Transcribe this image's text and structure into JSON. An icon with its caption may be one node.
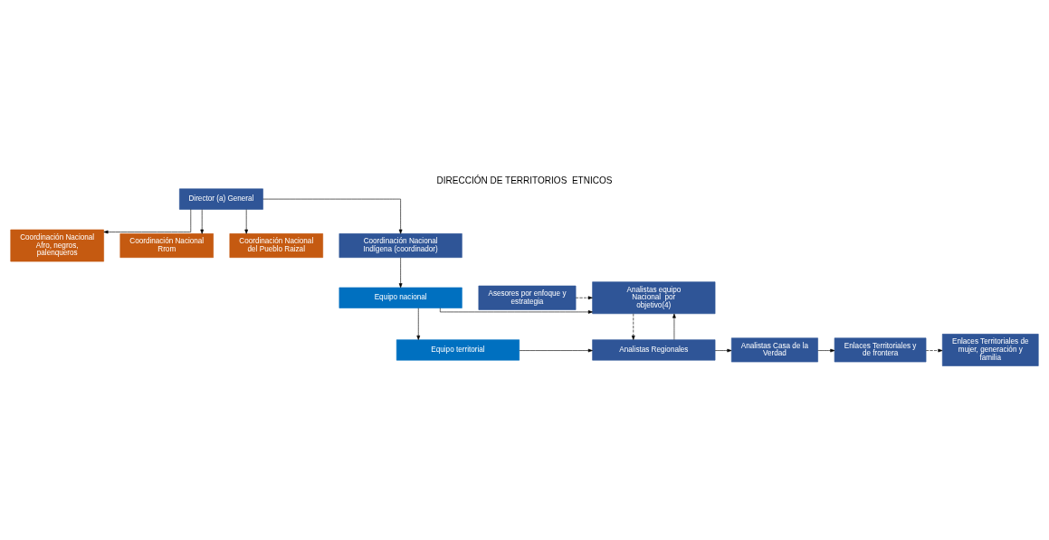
{
  "diagram": {
    "title": "DIRECCIÓN DE TERRITORIOS  ETNICOS",
    "nodes": [
      {
        "text": [
          "Director (a) General"
        ]
      },
      {
        "text": [
          "Coordinación Nacional Afro, negros, palenqueros"
        ]
      },
      {
        "text": [
          "Coordinación Nacional Rrom"
        ]
      },
      {
        "text": [
          "Coordinación Nacional del Pueblo Raizal"
        ]
      },
      {
        "text": [
          "Coordinación Nacional Indígena (coordinador)"
        ]
      },
      {
        "text": [
          "Equipo nacional"
        ]
      },
      {
        "text": [
          "Analistas equipo Nacional  por objetivo(4)"
        ]
      },
      {
        "text": [
          "Asesores por enfoque y estrategia"
        ]
      },
      {
        "text": [
          "Equipo territorial"
        ]
      },
      {
        "text": [
          "Analistas Regionales"
        ]
      },
      {
        "text": [
          "Analistas Casa de la Verdad"
        ]
      },
      {
        "text": [
          "Enlaces Territoriales y de frontera"
        ]
      },
      {
        "text": [
          "Enlaces Territoriales de mujer, generación y familia"
        ]
      }
    ],
    "edges": [
      {
        "from": 0,
        "to": 4,
        "arrow": "to"
      },
      {
        "from": 0,
        "to": 1,
        "arrow": "to"
      },
      {
        "from": 0,
        "to": 2,
        "arrow": "to"
      },
      {
        "from": 0,
        "to": 3,
        "arrow": "to"
      },
      {
        "from": 4,
        "to": 5,
        "arrow": "to"
      },
      {
        "from": 5,
        "to": 8,
        "arrow": "to"
      },
      {
        "from": 5,
        "to": 6,
        "arrow": "to"
      },
      {
        "from": 7,
        "to": 6,
        "arrow": "to",
        "style": "dashed"
      },
      {
        "from": 8,
        "to": 9,
        "arrow": "to"
      },
      {
        "from": 9,
        "to": 6,
        "arrow": "to"
      },
      {
        "from": 6,
        "to": 9,
        "arrow": "to",
        "style": "dashed"
      },
      {
        "from": 9,
        "to": 10,
        "arrow": "to"
      },
      {
        "from": 10,
        "to": 11,
        "arrow": "to"
      },
      {
        "from": 11,
        "to": 12,
        "arrow": "to",
        "style": "dashed"
      }
    ]
  }
}
